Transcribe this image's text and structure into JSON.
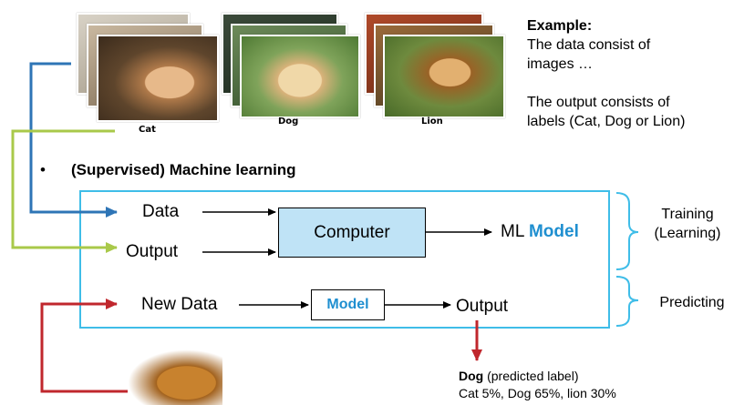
{
  "images": {
    "cat_label": "Cat",
    "dog_label": "Dog",
    "lion_label": "Lion"
  },
  "example": {
    "title": "Example:",
    "line1": "The data consist of",
    "line2": "images …",
    "line3": "The output consists of",
    "line4": "labels (Cat, Dog or Lion)"
  },
  "bullet": {
    "mark": "•",
    "text": "(Supervised) Machine learning"
  },
  "training_row": {
    "data_label": "Data",
    "output_label": "Output",
    "computer_label": "Computer",
    "result_prefix": "ML",
    "result_accent": "Model"
  },
  "predict_row": {
    "new_data_label": "New Data",
    "model_label": "Model",
    "output_label": "Output"
  },
  "side_labels": {
    "training_line1": "Training",
    "training_line2": "(Learning)",
    "predicting": "Predicting"
  },
  "prediction": {
    "label_bold": "Dog",
    "label_rest": " (predicted label)",
    "probabilities": "Cat 5%, Dog 65%, lion 30%"
  },
  "colors": {
    "accent_blue": "#1f8fd0",
    "frame_cyan": "#3fbde8",
    "arrow_blue": "#2e75b6",
    "arrow_green": "#a9c94a",
    "arrow_red": "#c0272d",
    "computer_fill": "#bfe3f6"
  }
}
